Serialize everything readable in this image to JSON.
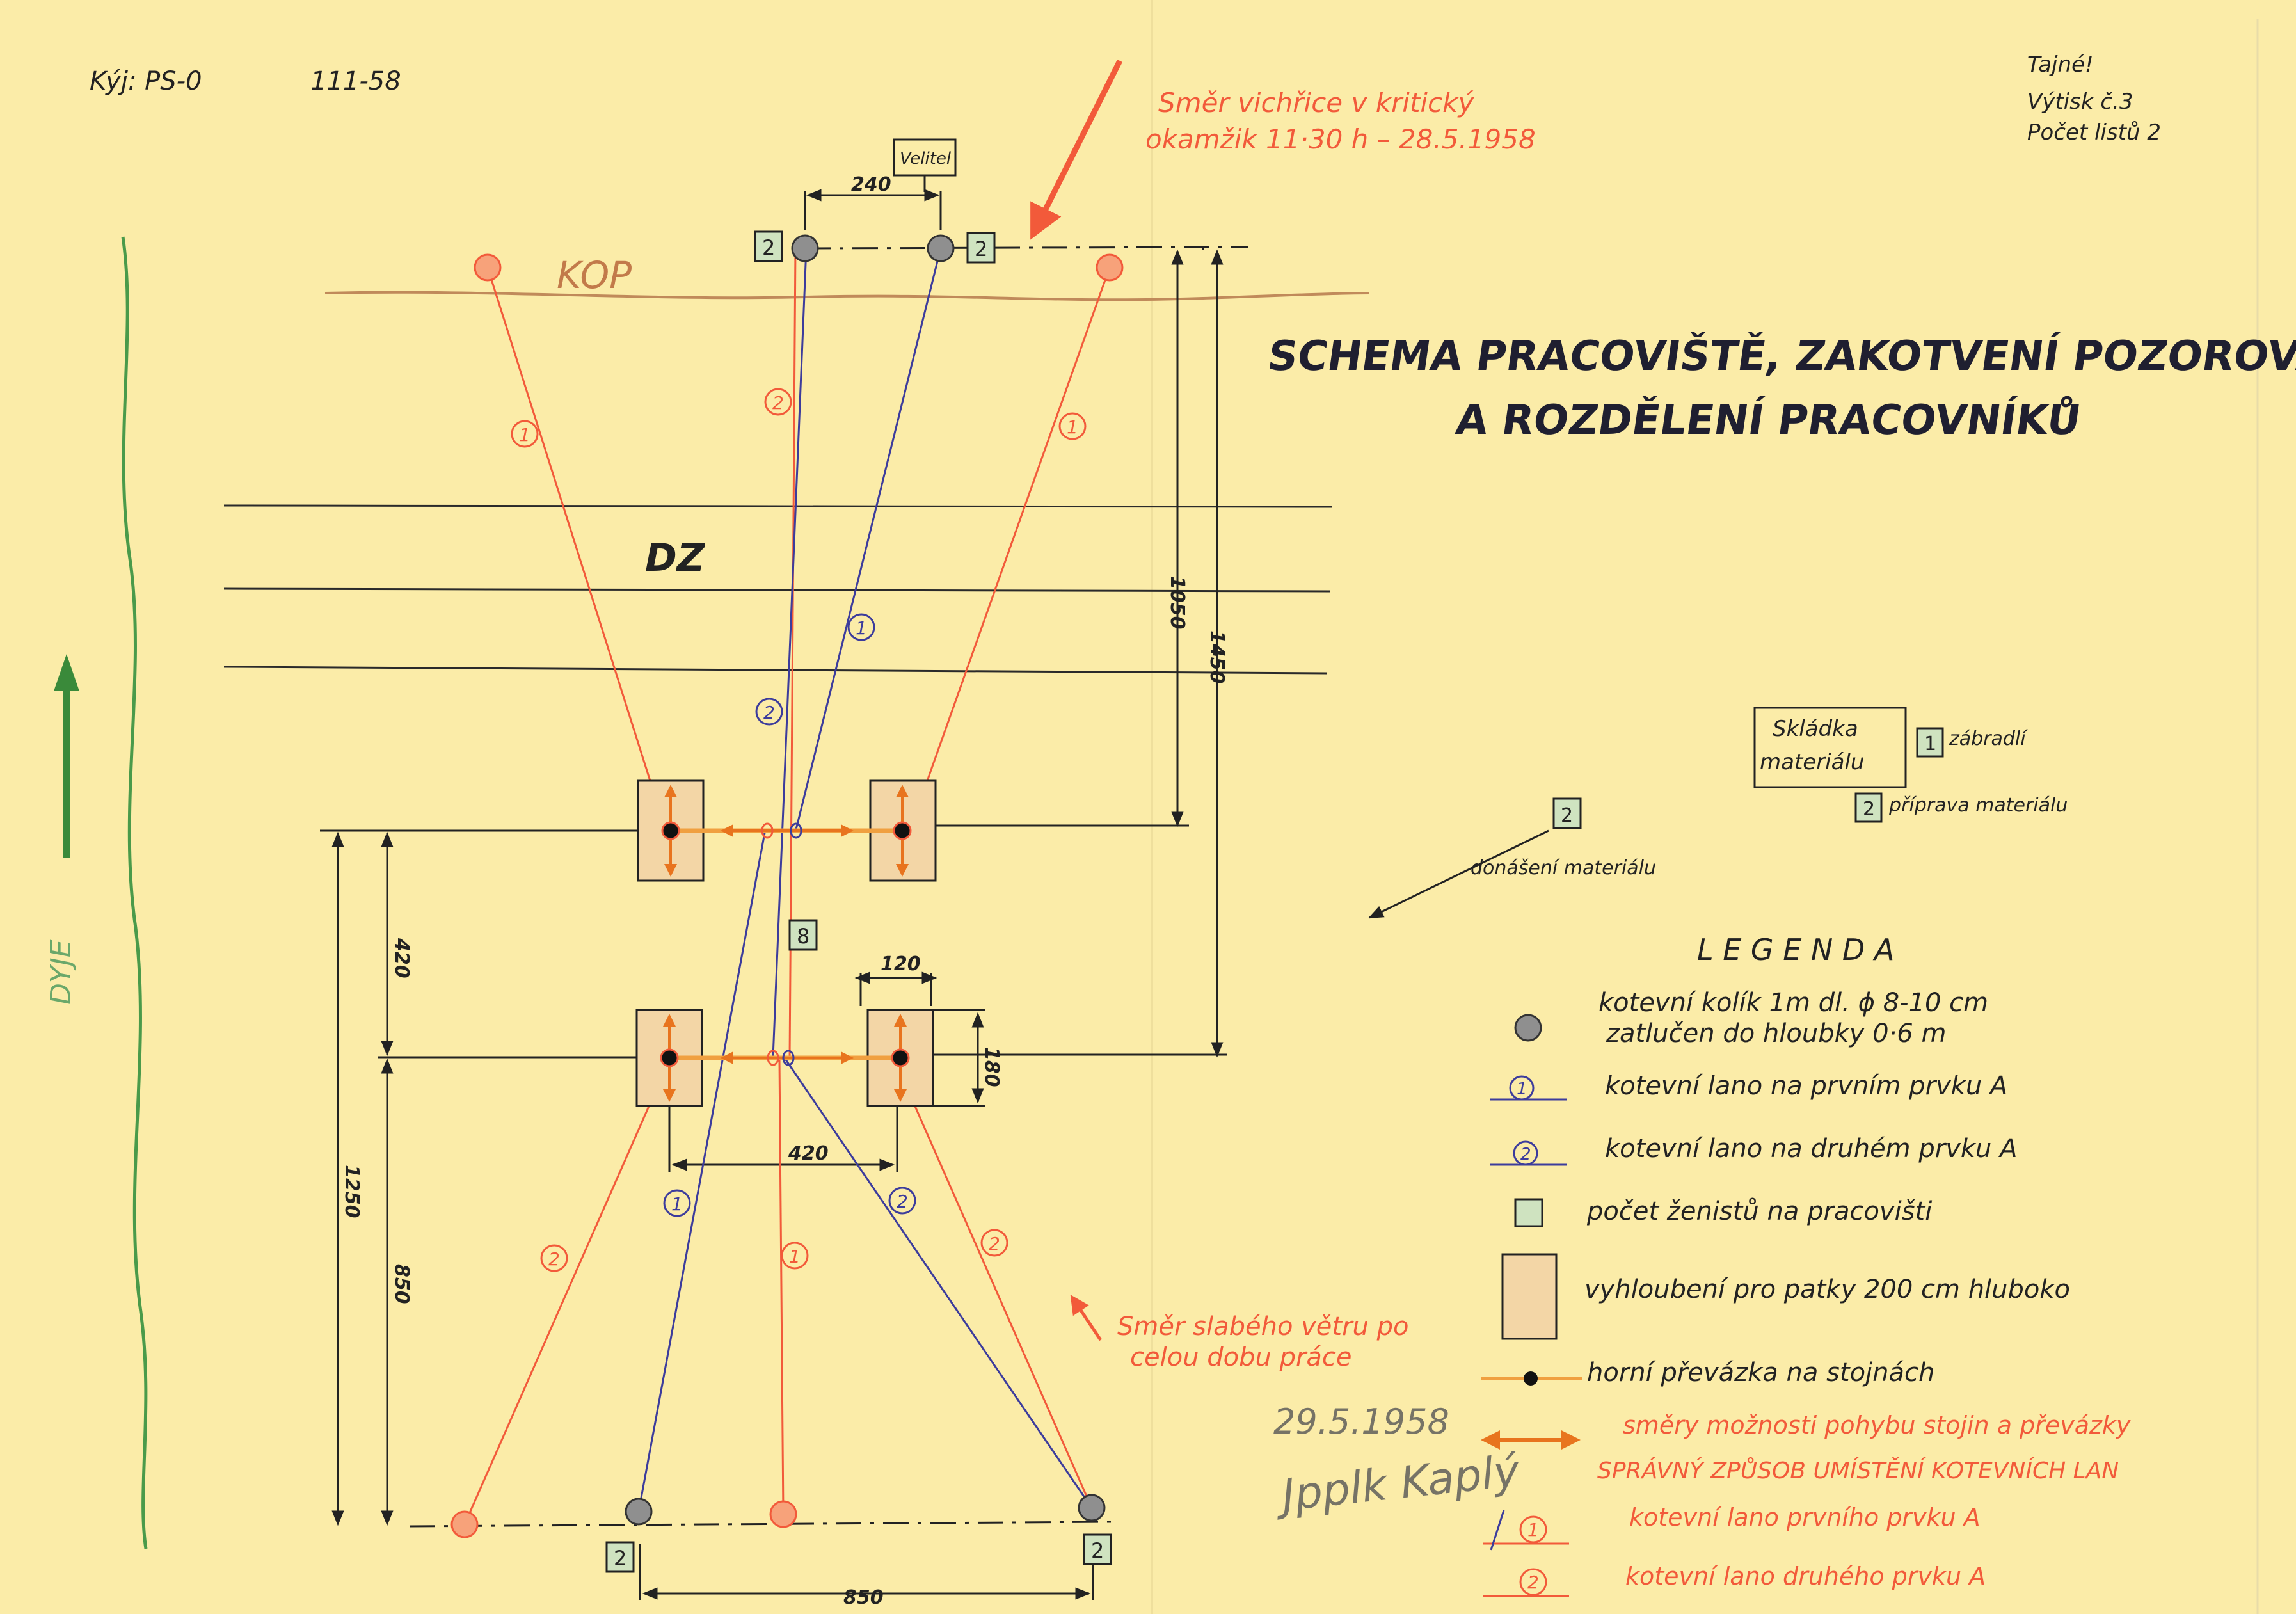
{
  "header": {
    "ref_left": "Kýj: PS-0",
    "ref_number": "111-58",
    "secret": "Tajné!",
    "copy": "Výtisk č.3",
    "sheets": "Počet listů 2"
  },
  "wind_note": {
    "line1": "Směr vichřice v kritický",
    "line2": "okamžik 11·30 h – 28.5.1958"
  },
  "title": {
    "line1": "SCHEMA PRACOVIŠTĚ, ZAKOTVENÍ POZOROVATELNY,",
    "line2": "A ROZDĚLENÍ PRACOVNÍKŮ"
  },
  "terrain": {
    "kop": "KOP",
    "dz": "DZ",
    "river": "DYJE",
    "commander": "Velitel"
  },
  "dimensions": {
    "top": "240",
    "d1050": "1050",
    "d1450": "1450",
    "d420_left": "420",
    "d1250": "1250",
    "d850_left": "850",
    "d120": "120",
    "d180": "180",
    "d420_mid": "420",
    "d850_bottom": "850"
  },
  "worker_counts": {
    "top_left": "2",
    "top_right": "2",
    "middle": "8",
    "bottom_left": "2",
    "bottom_right": "2",
    "carry": "2",
    "railing": "1",
    "prep": "2"
  },
  "rope_labels": {
    "one": "1",
    "two": "2"
  },
  "storage": {
    "line1": "Skládka",
    "line2": "materiálu",
    "railing": "zábradlí",
    "prep": "příprava materiálu",
    "carry": "donášení materiálu"
  },
  "legend": {
    "title": "L E G E N D A",
    "peg_line1": "kotevní kolík 1m dl. ϕ 8-10 cm",
    "peg_line2": "zatlučen do hloubky 0·6 m",
    "rope1": "kotevní lano na prvním prvku A",
    "rope2": "kotevní lano na druhém prvku A",
    "sappers": "počet ženistů na pracovišti",
    "pit": "vyhloubení pro patky 200 cm hluboko",
    "beam": "horní převázka na stojnách",
    "moves": "směry možnosti pohybu stojin a převázky",
    "correct": "SPRÁVNÝ ZPŮSOB UMÍSTĚNÍ KOTEVNÍCH LAN",
    "rope1_correct": "kotevní lano prvního prvku A",
    "rope2_correct": "kotevní lano druhého prvku A"
  },
  "weak_wind": {
    "line1": "Směr slabého větru po",
    "line2": "celou dobu práce"
  },
  "signature": {
    "date": "29.5.1958",
    "name": "Jpplk Kaplý"
  },
  "colors": {
    "paper": "#fbeca8",
    "red_line": "#f25a3a",
    "blue_line": "#3c3c9c",
    "peg_red": "#f7a27a",
    "peg_grey": "#8f8f8f",
    "box_green": "#cfe3c0",
    "pit_fill": "#f3d6a6",
    "river_green": "#4a9a4a"
  }
}
